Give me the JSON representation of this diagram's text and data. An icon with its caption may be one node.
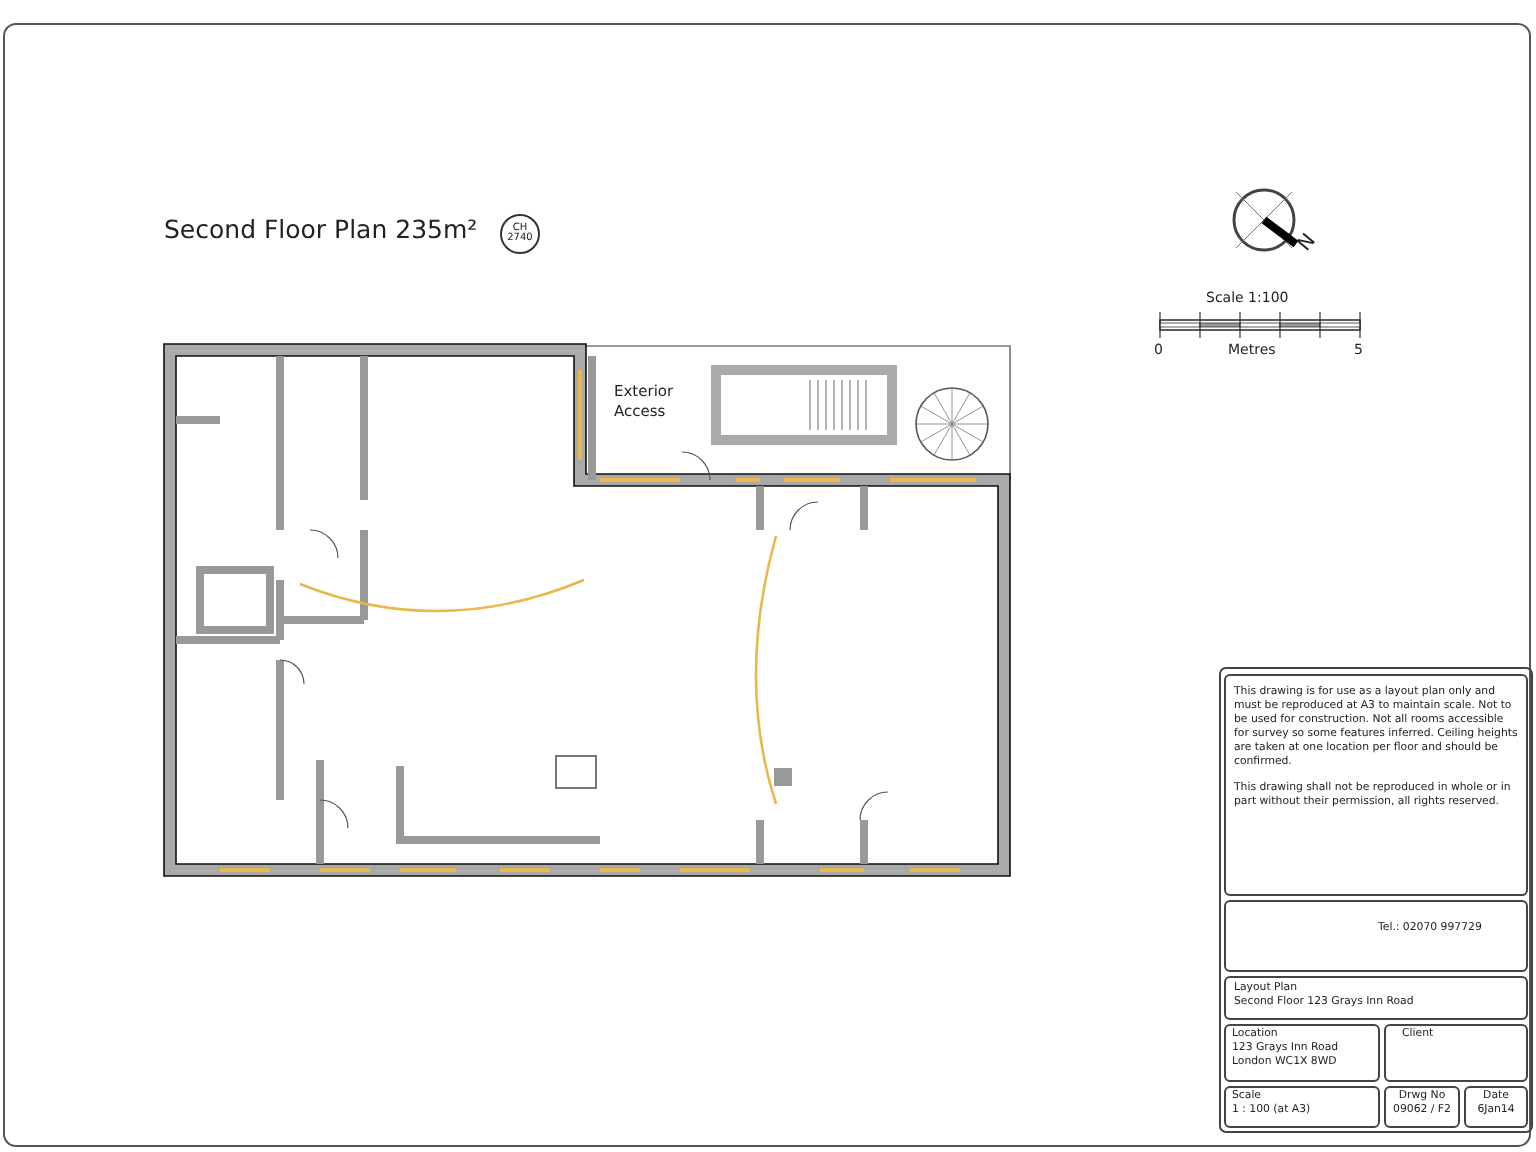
{
  "diagram": {
    "title": "Second Floor Plan 235m²",
    "nodes": [
      {
        "text": [
          "CH 2740"
        ]
      },
      {
        "text": [
          "This drawing is for use as a layout plan only and must be reproduced at A3 to maintain scale. Not to be used for construction. Not all rooms accessible for survey so some features inferred. Ceiling heights are taken at one location per floor and should be confirmed.",
          "This drawing shall not be reproduced in whole or in part without their permission, all rights reserved."
        ]
      },
      {
        "text": [
          "Tel.: 02070 997729"
        ]
      },
      {
        "text": [
          "Layout Plan",
          "Second Floor 123 Grays Inn Road"
        ]
      },
      {
        "text": [
          "Location",
          "123 Grays Inn Road London WC1X 8WD"
        ]
      },
      {
        "text": [
          "Client"
        ]
      },
      {
        "text": [
          "Scale",
          "1 : 100 (at A3)"
        ]
      },
      {
        "text": [
          "Drwg No",
          "09062 / F2"
        ]
      },
      {
        "text": [
          "Date",
          "6Jan14"
        ]
      }
    ],
    "labels": [
      "N",
      "Scale 1:100",
      "0",
      "Metres",
      "5",
      "Exterior Access"
    ]
  }
}
